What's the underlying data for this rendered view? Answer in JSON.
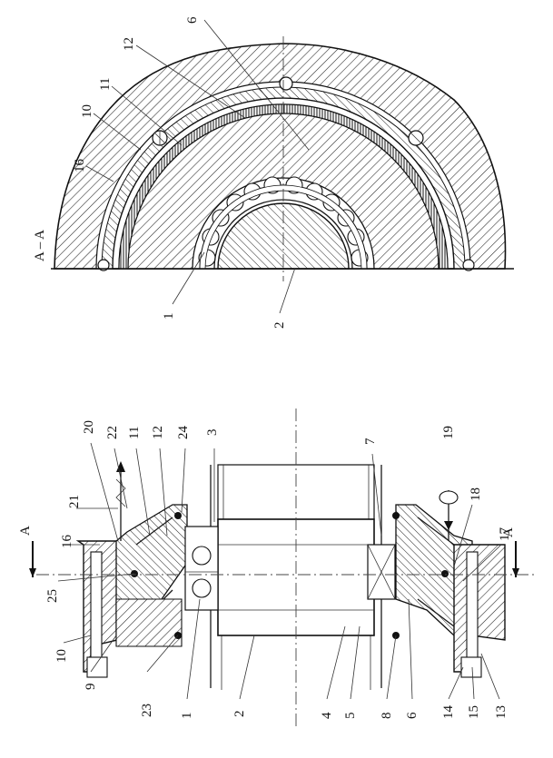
{
  "section_view": {
    "title": "A – A",
    "callouts": [
      "6",
      "12",
      "11",
      "10",
      "16",
      "1",
      "2"
    ]
  },
  "main_view": {
    "section_marks": [
      "A",
      "A"
    ],
    "callouts_top": [
      "20",
      "22",
      "11",
      "12",
      "24",
      "3",
      "7",
      "19",
      "18",
      "17"
    ],
    "callouts_left": [
      "21",
      "16",
      "25",
      "10",
      "9",
      "23",
      "1",
      "2",
      "4",
      "5",
      "8",
      "6",
      "14",
      "15",
      "13"
    ]
  }
}
